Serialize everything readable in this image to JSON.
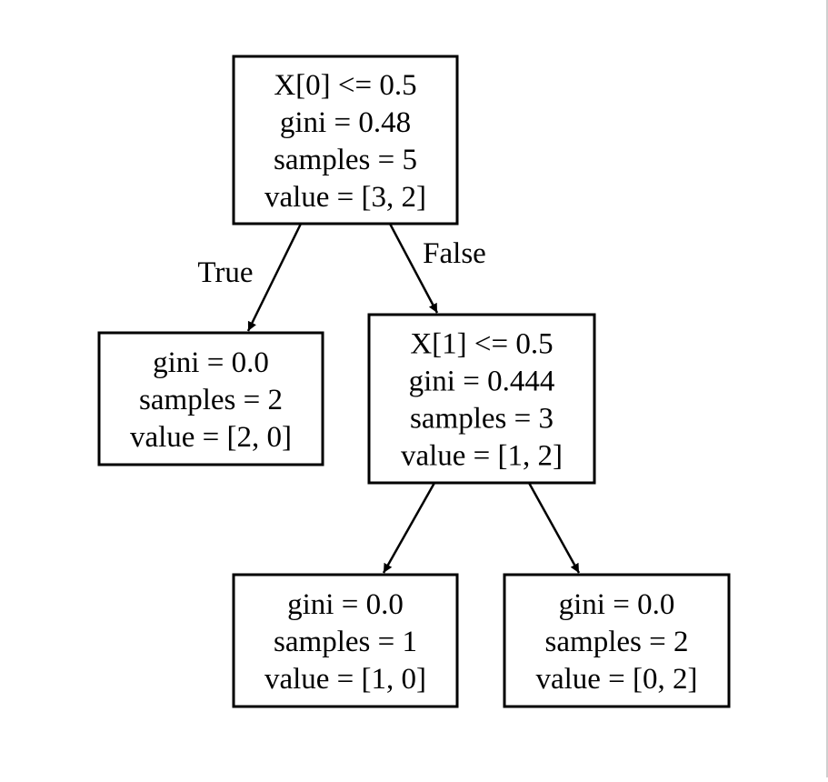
{
  "diagram": {
    "title": "Decision tree",
    "nodes": [
      {
        "id": "n0",
        "lines": [
          "X[0] <= 0.5",
          "gini = 0.48",
          "samples = 5",
          "value = [3, 2]"
        ]
      },
      {
        "id": "n1",
        "lines": [
          "gini = 0.0",
          "samples = 2",
          "value = [2, 0]"
        ]
      },
      {
        "id": "n2",
        "lines": [
          "X[1] <= 0.5",
          "gini = 0.444",
          "samples = 3",
          "value = [1, 2]"
        ]
      },
      {
        "id": "n3",
        "lines": [
          "gini = 0.0",
          "samples = 1",
          "value = [1, 0]"
        ]
      },
      {
        "id": "n4",
        "lines": [
          "gini = 0.0",
          "samples = 2",
          "value = [0, 2]"
        ]
      }
    ],
    "edges": [
      {
        "from": "n0",
        "to": "n1",
        "label": "True"
      },
      {
        "from": "n0",
        "to": "n2",
        "label": "False"
      },
      {
        "from": "n2",
        "to": "n3",
        "label": ""
      },
      {
        "from": "n2",
        "to": "n4",
        "label": ""
      }
    ],
    "colors": {
      "stroke": "#000000",
      "fill": "#ffffff",
      "text": "#000000"
    }
  }
}
